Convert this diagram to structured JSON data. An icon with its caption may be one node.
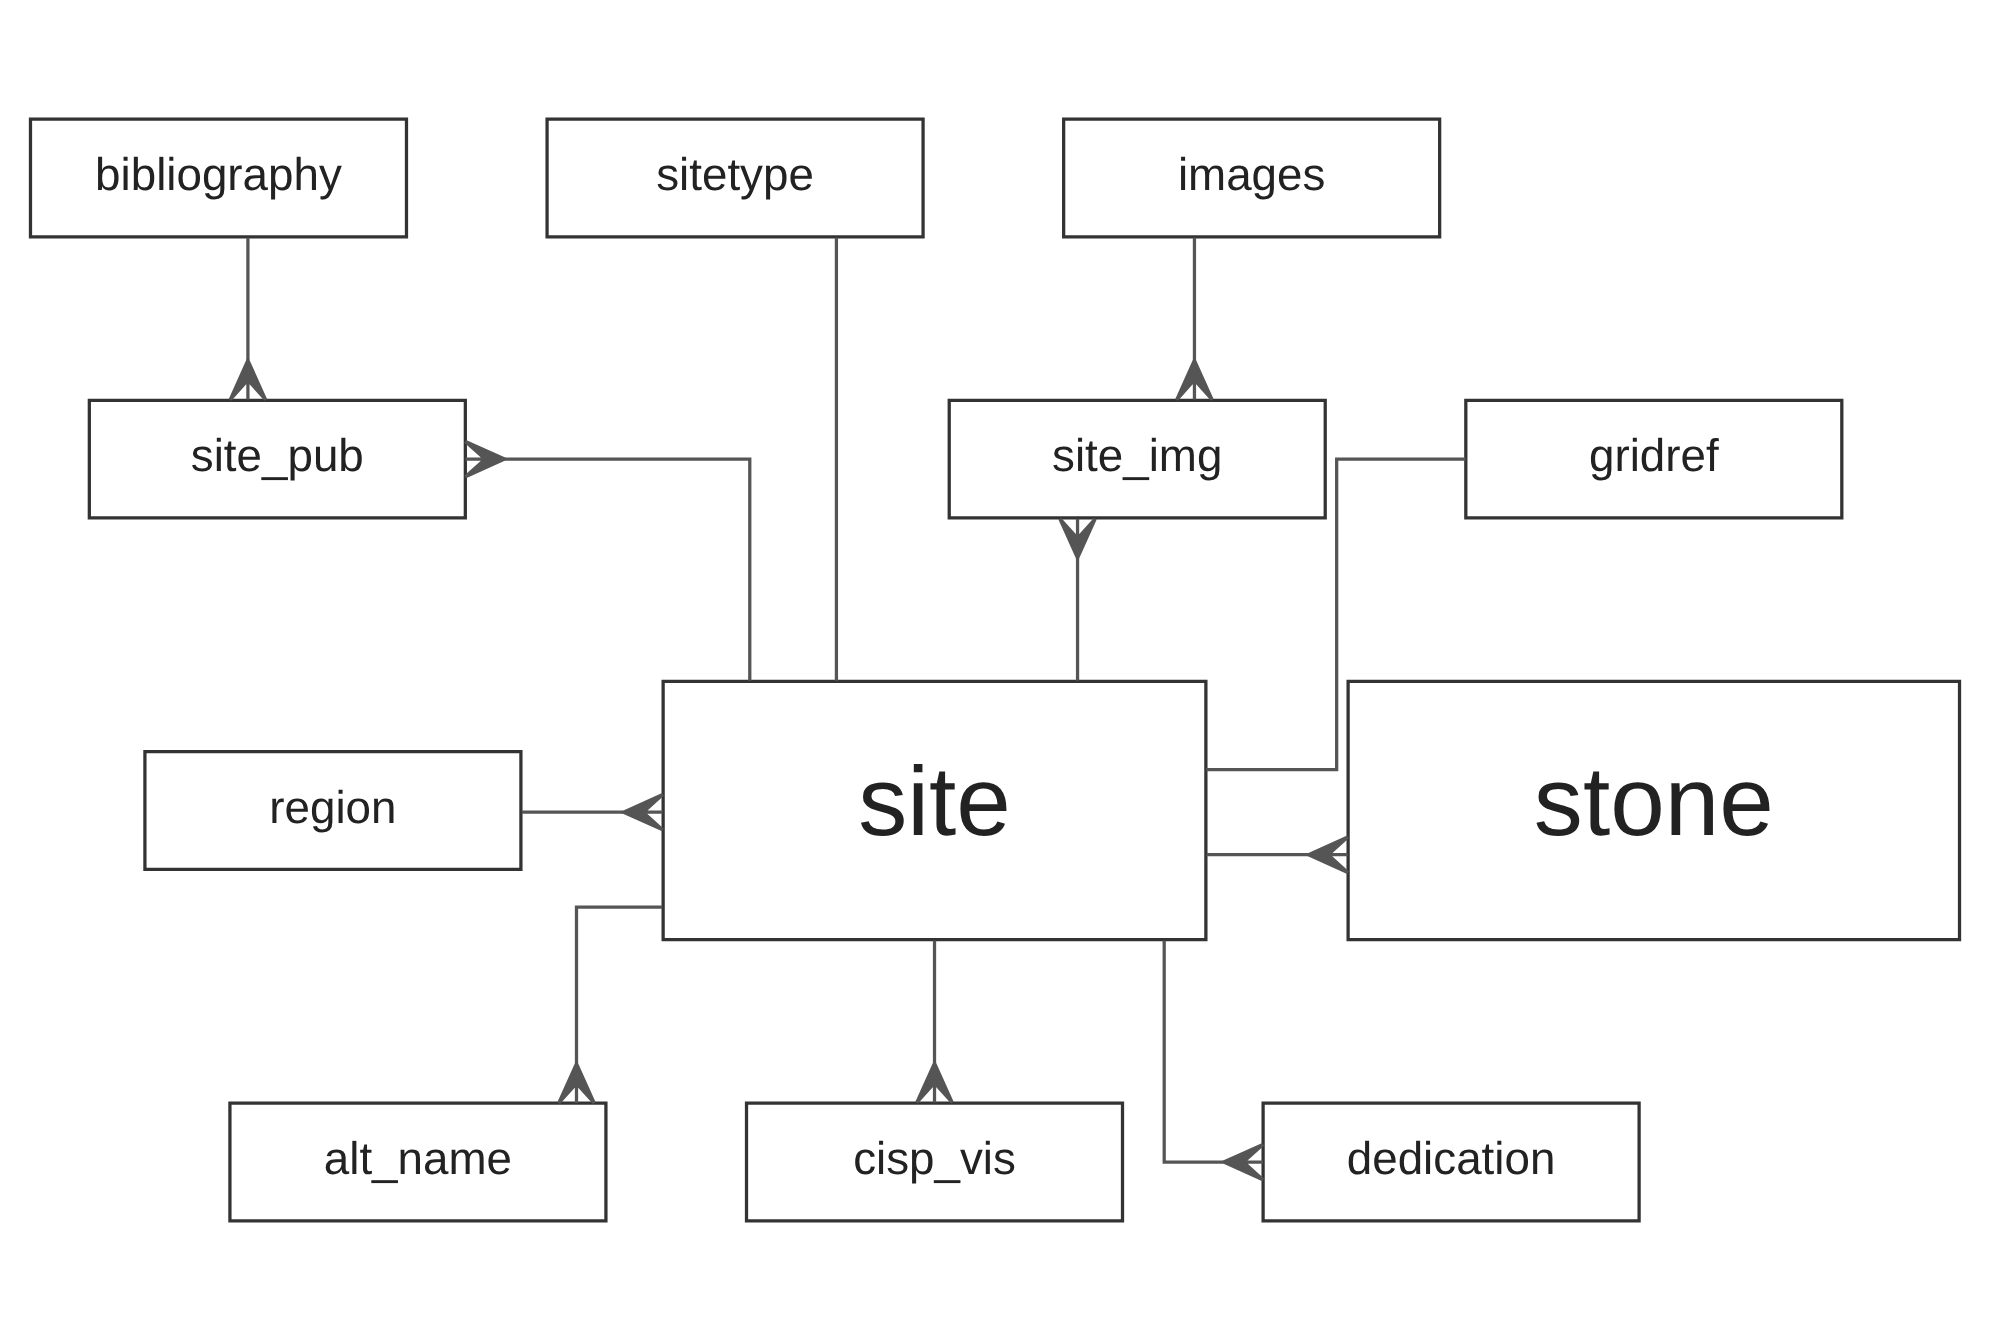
{
  "diagram": {
    "nodes": [
      {
        "text": [
          "bibliography"
        ]
      },
      {
        "text": [
          "images"
        ]
      },
      {
        "text": [
          "sitetype"
        ]
      },
      {
        "text": [
          "site_pub"
        ]
      },
      {
        "text": [
          "site_img"
        ]
      },
      {
        "text": [
          "gridref"
        ]
      },
      {
        "text": [
          "region"
        ]
      },
      {
        "text": [
          "site"
        ]
      },
      {
        "text": [
          "stone"
        ]
      },
      {
        "text": [
          "alt_name"
        ]
      },
      {
        "text": [
          "cisp_vis"
        ]
      },
      {
        "text": [
          "dedication"
        ]
      }
    ],
    "edges": [
      {
        "from": 0,
        "to": 3,
        "arrow": "other"
      },
      {
        "from": 7,
        "to": 3,
        "arrow": "other"
      },
      {
        "from": 1,
        "to": 4,
        "arrow": "other"
      },
      {
        "from": 7,
        "to": 4,
        "arrow": "other"
      },
      {
        "from": 2,
        "to": 7,
        "arrow": "none"
      },
      {
        "from": 5,
        "to": 7,
        "arrow": "none"
      },
      {
        "from": 6,
        "to": 7,
        "arrow": "other"
      },
      {
        "from": 7,
        "to": 8,
        "arrow": "other"
      },
      {
        "from": 7,
        "to": 9,
        "arrow": "other"
      },
      {
        "from": 7,
        "to": 10,
        "arrow": "other"
      },
      {
        "from": 7,
        "to": 11,
        "arrow": "other"
      }
    ]
  }
}
